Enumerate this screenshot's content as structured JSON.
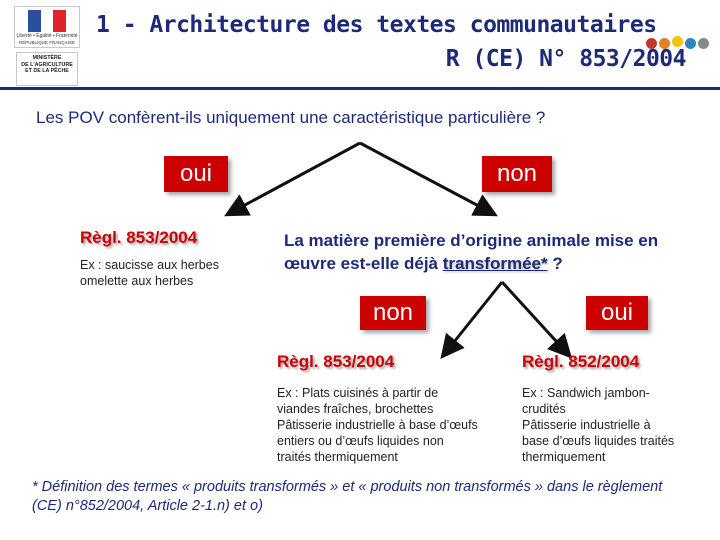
{
  "header": {
    "flag_motto": "Liberté • Égalité • Fraternité",
    "flag_country": "RÉPUBLIQUE FRANÇAISE",
    "ministry": "MINISTÈRE\nDE L'AGRICULTURE\nET DE LA PÊCHE",
    "title_line1": "1 - Architecture des textes communautaires",
    "title_line2": "R (CE) N° 853/2004",
    "dot_colors": [
      "#c0392b",
      "#e67e22",
      "#f1c40f",
      "#2e86c1",
      "#7f8c8d"
    ]
  },
  "question": "Les POV confèrent-ils uniquement une caractéristique particulière ?",
  "first_level": {
    "oui_label": "oui",
    "non_label": "non",
    "left_rule": "Règl. 853/2004",
    "left_examples": "Ex : saucisse aux herbes\n       omelette aux herbes"
  },
  "second_question": {
    "part1": "La matière première d’origine animale mise en œuvre est-elle déjà ",
    "underlined": "transformée*",
    "part2": " ?"
  },
  "second_level": {
    "non_label": "non",
    "oui_label": "oui",
    "left_rule": "Règl. 853/2004",
    "left_examples": "Ex : Plats cuisinés à partir de\nviandes fraîches, brochettes\nPâtisserie industrielle à base d’œufs\nentiers ou d’œufs liquides non\ntraités thermiquement",
    "right_rule": "Règl. 852/2004",
    "right_examples": "Ex : Sandwich jambon-\ncrudités\nPâtisserie industrielle à\nbase d’œufs liquides traités\nthermiquement"
  },
  "footnote": "* Définition des termes « produits transformés » et « produits non transformés » dans le règlement (CE) n°852/2004, Article 2-1.n) et o)",
  "colors": {
    "navy": "#1c2a78",
    "red": "#cc0000"
  }
}
